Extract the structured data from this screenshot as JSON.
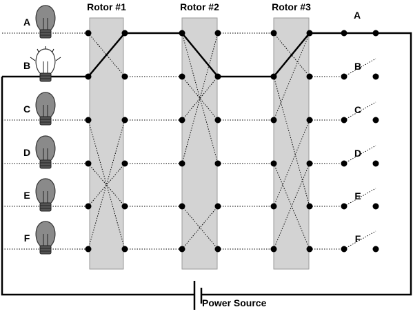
{
  "rotors": [
    {
      "label": "Rotor #1"
    },
    {
      "label": "Rotor #2"
    },
    {
      "label": "Rotor #3"
    }
  ],
  "lamps": [
    {
      "letter": "A",
      "lit": false
    },
    {
      "letter": "B",
      "lit": true
    },
    {
      "letter": "C",
      "lit": false
    },
    {
      "letter": "D",
      "lit": false
    },
    {
      "letter": "E",
      "lit": false
    },
    {
      "letter": "F",
      "lit": false
    }
  ],
  "keys": [
    {
      "letter": "A",
      "closed": true
    },
    {
      "letter": "B",
      "closed": false
    },
    {
      "letter": "C",
      "closed": false
    },
    {
      "letter": "D",
      "closed": false
    },
    {
      "letter": "E",
      "closed": false
    },
    {
      "letter": "F",
      "closed": false
    }
  ],
  "rotor_wiring": [
    [
      1,
      0,
      5,
      4,
      3,
      2
    ],
    [
      3,
      2,
      1,
      0,
      5,
      4
    ],
    [
      1,
      4,
      0,
      5,
      2,
      3
    ]
  ],
  "active_path": [
    [
      0,
      1
    ],
    [
      1,
      0
    ],
    [
      2,
      0
    ],
    [
      3,
      1
    ],
    [
      4,
      1
    ],
    [
      5,
      0
    ]
  ],
  "power_label": "Power Source",
  "colors": {
    "rotor_fill": "#d3d3d3",
    "wire": "#000000",
    "lamp_off": "#8a8a8a",
    "lamp_on": "#ffffff"
  }
}
